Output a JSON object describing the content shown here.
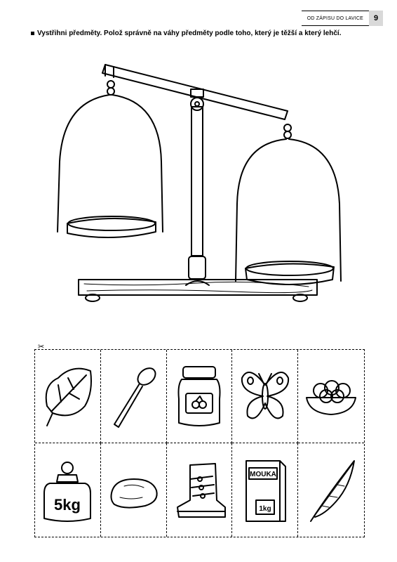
{
  "header": {
    "title": "OD ZÁPISU DO LAVICE",
    "page_number": "9"
  },
  "instruction": "Vystřihni předměty. Polož správně na váhy předměty podle toho, který je těžší a který lehčí.",
  "items": {
    "jar_label": "",
    "weight_label": "5kg",
    "flour_brand": "MOUKA",
    "flour_weight": "1kg"
  }
}
